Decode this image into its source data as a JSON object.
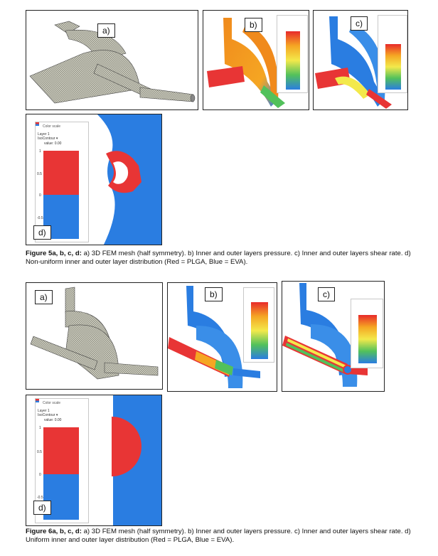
{
  "fig5": {
    "labels": {
      "a": "a)",
      "b": "b)",
      "c": "c)",
      "d": "d)"
    },
    "caption_bold": "Figure 5a, b, c, d:",
    "caption_text": " a) 3D FEM mesh (half symmetry). b) Inner and outer layers pressure. c) Inner and outer layers shear rate. d) Non-uniform inner and outer layer distribution (Red = PLGA, Blue = EVA).",
    "scale_d": {
      "title": "Color scale",
      "layer": "Layer 1",
      "mode": "IsoContour ▾",
      "value": "value: 0.00",
      "ticks": [
        "1",
        "0.5",
        "0",
        "-0.5"
      ]
    }
  },
  "fig6": {
    "labels": {
      "a": "a)",
      "b": "b)",
      "c": "c)",
      "d": "d)"
    },
    "caption_bold": "Figure 6a, b, c, d:",
    "caption_text": " a) 3D FEM mesh (half symmetry). b) Inner and outer layers pressure. c) Inner and outer layers shear rate. d) Uniform inner and outer layer distribution (Red = PLGA, Blue = EVA).",
    "scale_d": {
      "title": "Color scale",
      "layer": "Layer 1",
      "mode": "IsoContour ▾",
      "value": "value: 0.00",
      "ticks": [
        "1",
        "0.5",
        "0",
        "-0.5"
      ]
    }
  },
  "colors": {
    "plga_red": "#e83535",
    "eva_blue": "#1f78e0",
    "mesh_gray": "#b8b8a8",
    "orange": "#f08a1c"
  }
}
